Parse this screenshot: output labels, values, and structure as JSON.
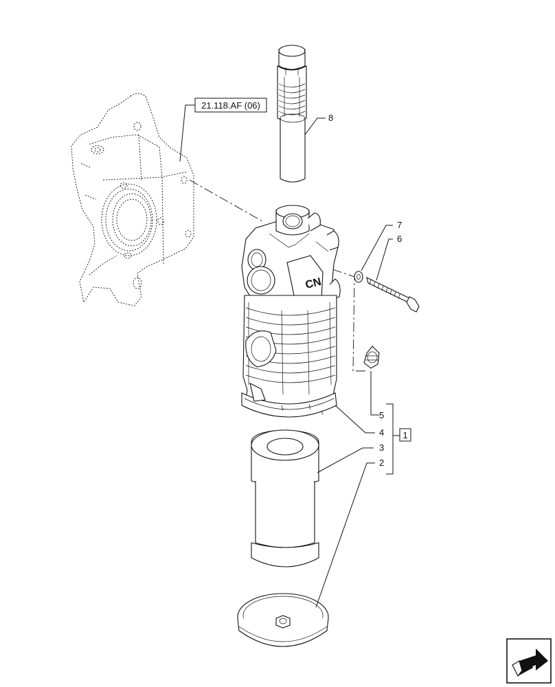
{
  "reference_label": "21.118.AF (06)",
  "callouts": [
    "8",
    "7",
    "6",
    "5",
    "4",
    "3",
    "2"
  ],
  "kit_label": "1",
  "nav_icon": "page-turn-arrow-icon"
}
